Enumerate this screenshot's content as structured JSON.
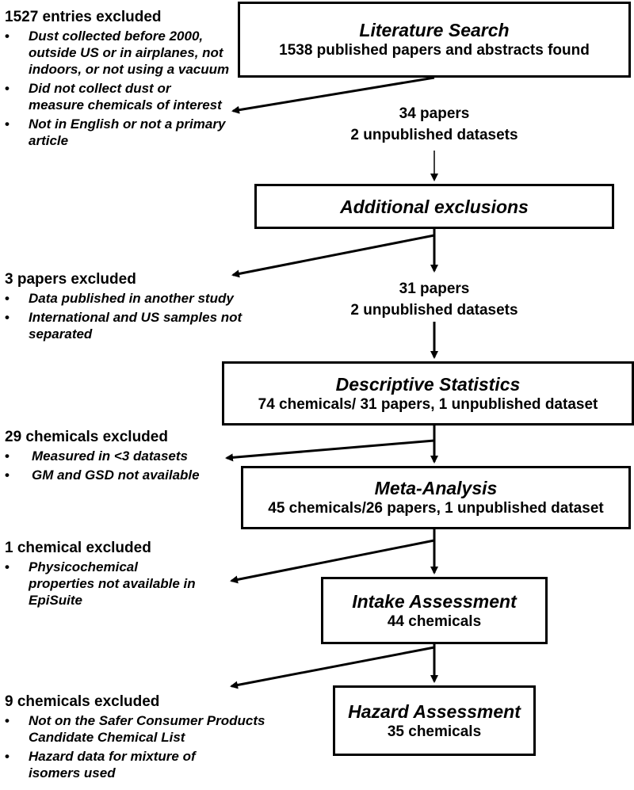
{
  "boxes": [
    {
      "title": "Literature Search",
      "subtitle": "1538 published papers and abstracts found"
    },
    {
      "title": "Additional exclusions",
      "subtitle": ""
    },
    {
      "title": "Descriptive Statistics",
      "subtitle": "74 chemicals/ 31 papers, 1 unpublished dataset"
    },
    {
      "title": "Meta-Analysis",
      "subtitle": "45 chemicals/26 papers, 1 unpublished dataset"
    },
    {
      "title": "Intake Assessment",
      "subtitle": "44 chemicals"
    },
    {
      "title": "Hazard Assessment",
      "subtitle": "35 chemicals"
    }
  ],
  "counts": [
    {
      "line1": "34 papers",
      "line2": "2 unpublished datasets"
    },
    {
      "line1": "31 papers",
      "line2": "2 unpublished datasets"
    }
  ],
  "exclusions": [
    {
      "heading": "1527 entries excluded",
      "items": [
        "Dust collected before 2000, outside US or in airplanes, not indoors, or not using a vacuum",
        "Did not collect dust or measure chemicals of interest",
        "Not in English or not a primary article"
      ]
    },
    {
      "heading": "3 papers excluded",
      "items": [
        "Data published in another study",
        "International and US samples not separated"
      ]
    },
    {
      "heading": "29 chemicals excluded",
      "items": [
        "Measured in <3 datasets",
        "GM and GSD not available"
      ]
    },
    {
      "heading": "1 chemical excluded",
      "items": [
        "Physicochemical properties not available in EpiSuite"
      ]
    },
    {
      "heading": "9 chemicals excluded",
      "items": [
        "Not on the Safer Consumer Products Candidate Chemical List",
        "Hazard data for mixture of isomers used"
      ]
    }
  ],
  "bullet_glyph": "•"
}
